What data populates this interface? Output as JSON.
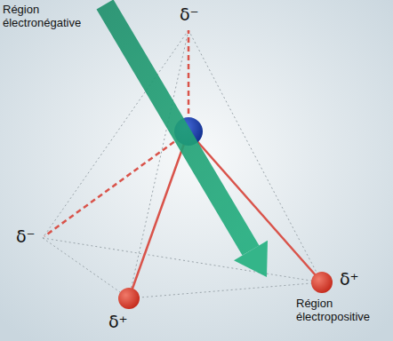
{
  "diagram": {
    "labels": [
      "Région électronégative",
      "δ⁻",
      "δ⁻",
      "δ⁺",
      "δ⁺",
      "Région électropositive"
    ]
  }
}
